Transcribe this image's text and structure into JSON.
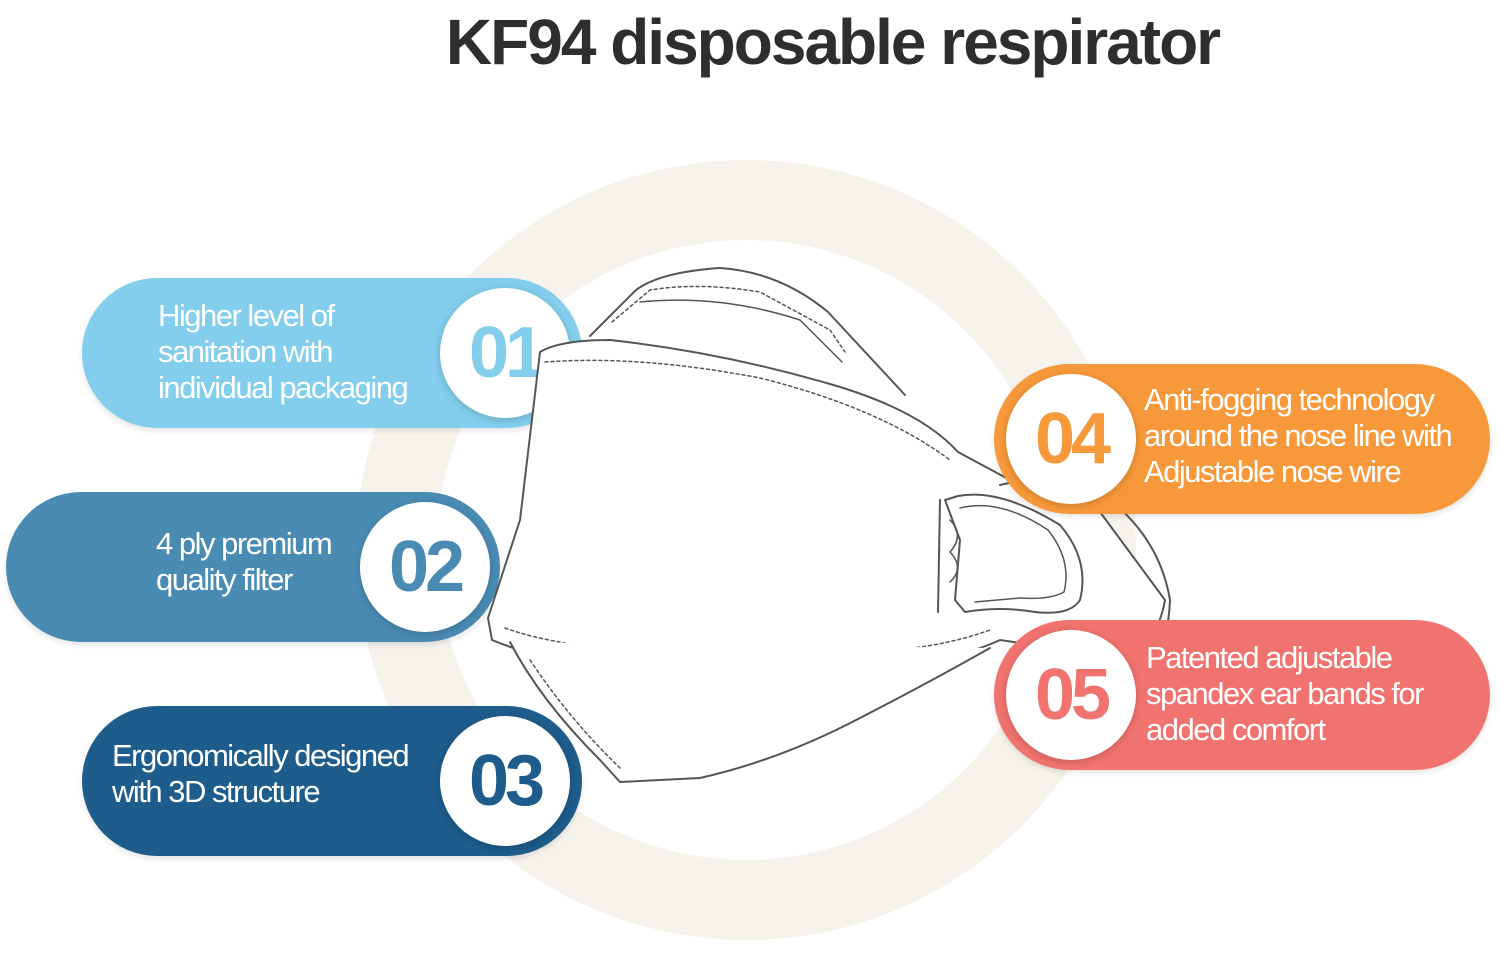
{
  "title": "KF94 disposable respirator",
  "colors": {
    "feature_01": "#82ceec",
    "feature_02": "#4a8bb4",
    "feature_03": "#1e5c8b",
    "feature_04": "#f7983a",
    "feature_05": "#f0736f"
  },
  "features": [
    {
      "number": "01",
      "text": "Higher level of\nsanitation with\nindividual packaging"
    },
    {
      "number": "02",
      "text": "4 ply premium\nquality filter"
    },
    {
      "number": "03",
      "text": "Ergonomically designed\nwith 3D structure"
    },
    {
      "number": "04",
      "text": "Anti-fogging technology\naround the nose line with\nAdjustable nose wire"
    },
    {
      "number": "05",
      "text": "Patented adjustable\nspandex ear bands for\nadded comfort"
    }
  ]
}
